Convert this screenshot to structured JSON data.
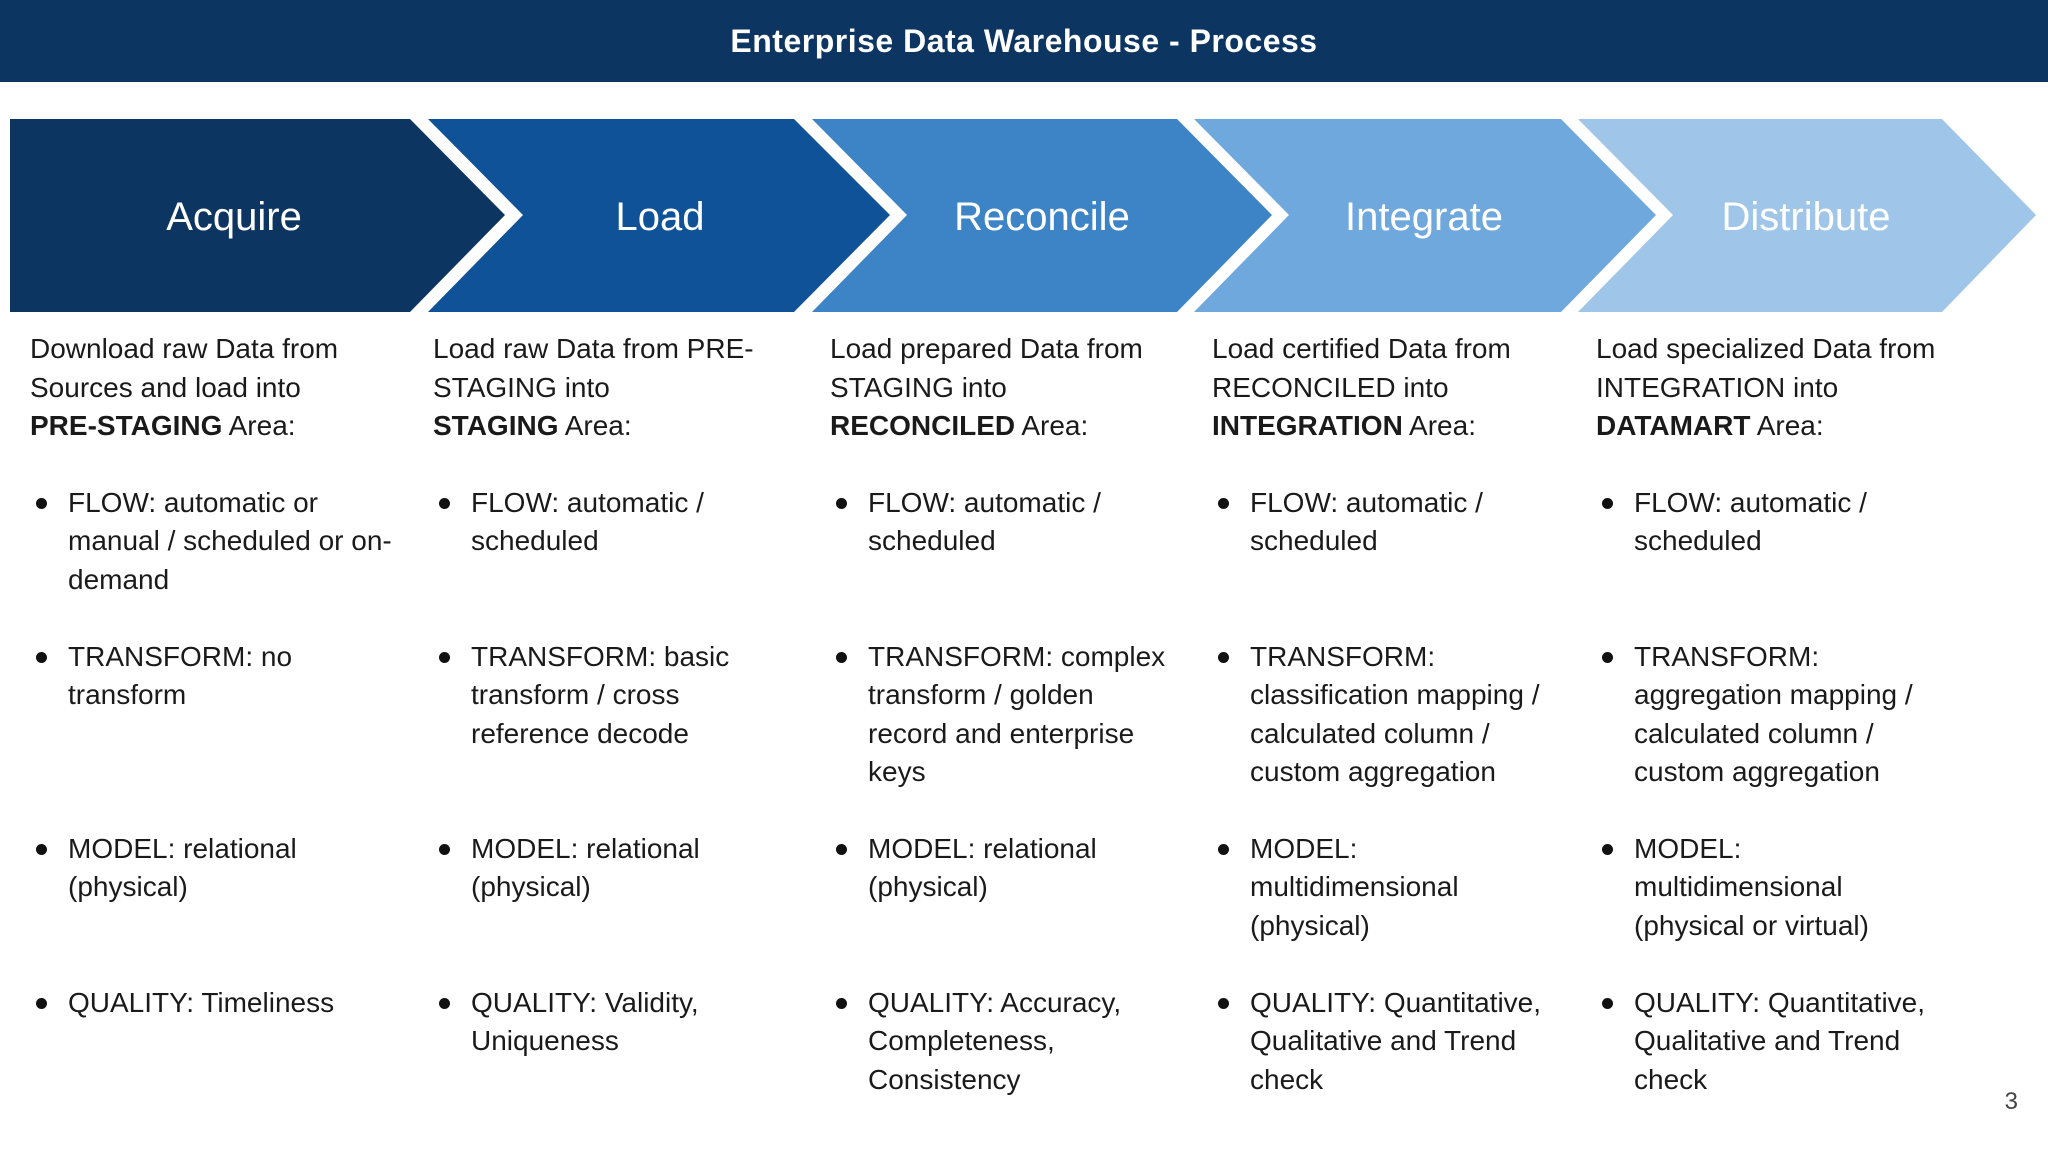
{
  "title": "Enterprise Data Warehouse - Process",
  "page_number": "3",
  "colors": {
    "title_bar": "#0d3561",
    "stage_1": "#0d3561",
    "stage_2": "#0f5298",
    "stage_3": "#3d84c6",
    "stage_4": "#6fa8dc",
    "stage_5": "#9fc5e8"
  },
  "stages": [
    {
      "name": "Acquire",
      "intro": "Download raw Data from Sources and load into",
      "area_bold": "PRE-STAGING",
      "area_suffix": " Area:",
      "flow": "FLOW: automatic or manual / scheduled or on-demand",
      "transform": "TRANSFORM: no transform",
      "model": "MODEL: relational (physical)",
      "quality": "QUALITY: Timeliness"
    },
    {
      "name": "Load",
      "intro": "Load raw Data from PRE-STAGING into",
      "area_bold": "STAGING",
      "area_suffix": " Area:",
      "flow": "FLOW: automatic / scheduled",
      "transform": "TRANSFORM: basic transform / cross reference decode",
      "model": "MODEL: relational (physical)",
      "quality": "QUALITY: Validity, Uniqueness"
    },
    {
      "name": "Reconcile",
      "intro": "Load prepared Data from STAGING into",
      "area_bold": "RECONCILED",
      "area_suffix": " Area:",
      "flow": "FLOW: automatic / scheduled",
      "transform": "TRANSFORM: complex transform / golden record and enterprise keys",
      "model": "MODEL: relational (physical)",
      "quality": "QUALITY: Accuracy, Completeness, Consistency"
    },
    {
      "name": "Integrate",
      "intro": "Load certified Data from RECONCILED into",
      "area_bold": "INTEGRATION",
      "area_suffix": " Area:",
      "flow": "FLOW: automatic / scheduled",
      "transform": "TRANSFORM: classification mapping / calculated column / custom aggregation",
      "model": "MODEL: multidimensional (physical)",
      "quality": "QUALITY: Quantitative, Qualitative  and Trend check"
    },
    {
      "name": "Distribute",
      "intro": "Load specialized Data from INTEGRATION into",
      "area_bold": "DATAMART",
      "area_suffix": " Area:",
      "flow": "FLOW: automatic / scheduled",
      "transform": "TRANSFORM: aggregation mapping / calculated column / custom aggregation",
      "model": "MODEL: multidimensional (physical or virtual)",
      "quality": "QUALITY: Quantitative, Qualitative  and Trend check"
    }
  ]
}
